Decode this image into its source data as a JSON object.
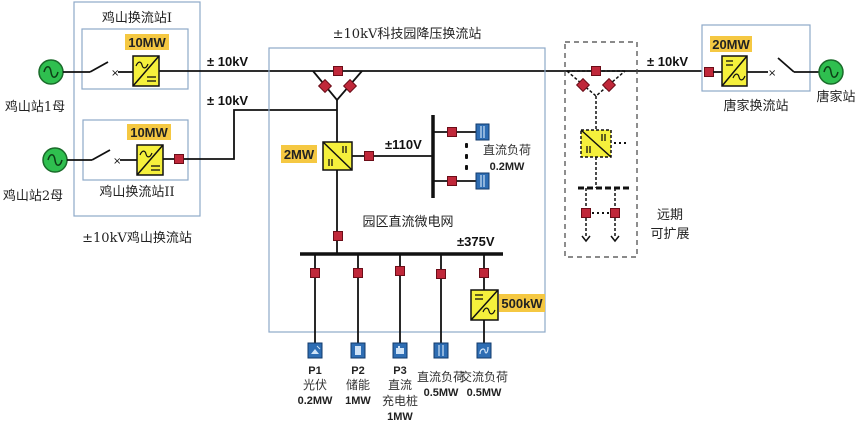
{
  "title": "±10kV科技园降压换流站",
  "colors": {
    "box_border": "#8ea9c9",
    "line": "#111111",
    "node": "#c0283a",
    "converter": "#f5f03c",
    "power_badge": "#f5c842",
    "generator": "#2fbf4f",
    "load_icon": "#2e6db3"
  },
  "jishan": {
    "station_label": "±10kV鸡山换流站",
    "station1": {
      "name": "鸡山换流站I",
      "power": "10MW",
      "source": "鸡山站1母",
      "bus_voltage": "± 10kV"
    },
    "station2": {
      "name": "鸡山换流站II",
      "power": "10MW",
      "source": "鸡山站2母",
      "bus_voltage": "± 10kV"
    }
  },
  "keji": {
    "name": "±10kV科技园降压换流站",
    "converter_power": "2MW",
    "bus_110": "±110V",
    "dc_load_110": {
      "label": "直流负荷",
      "power": "0.2MW"
    },
    "microgrid_label": "园区直流微电网",
    "bus_375": "±375V",
    "inverter_power": "500kW",
    "branches": [
      {
        "id": "P1",
        "name": "光伏",
        "power": "0.2MW",
        "icon": "solar-icon"
      },
      {
        "id": "P2",
        "name": "储能",
        "power": "1MW",
        "icon": "battery-icon"
      },
      {
        "id": "P3",
        "name": "直流充电桩",
        "name_line1": "直流",
        "name_line2": "充电桩",
        "power": "1MW",
        "icon": "charger-icon"
      },
      {
        "id": "",
        "name": "直流负荷",
        "power": "0.5MW",
        "icon": "dc-load-icon"
      },
      {
        "id": "",
        "name": "交流负荷",
        "power": "0.5MW",
        "icon": "ac-load-icon"
      }
    ]
  },
  "expansion": {
    "label_line1": "远期",
    "label_line2": "可扩展"
  },
  "tangjia": {
    "name": "唐家换流站",
    "power": "20MW",
    "source": "唐家站",
    "bus_voltage": "± 10kV"
  }
}
